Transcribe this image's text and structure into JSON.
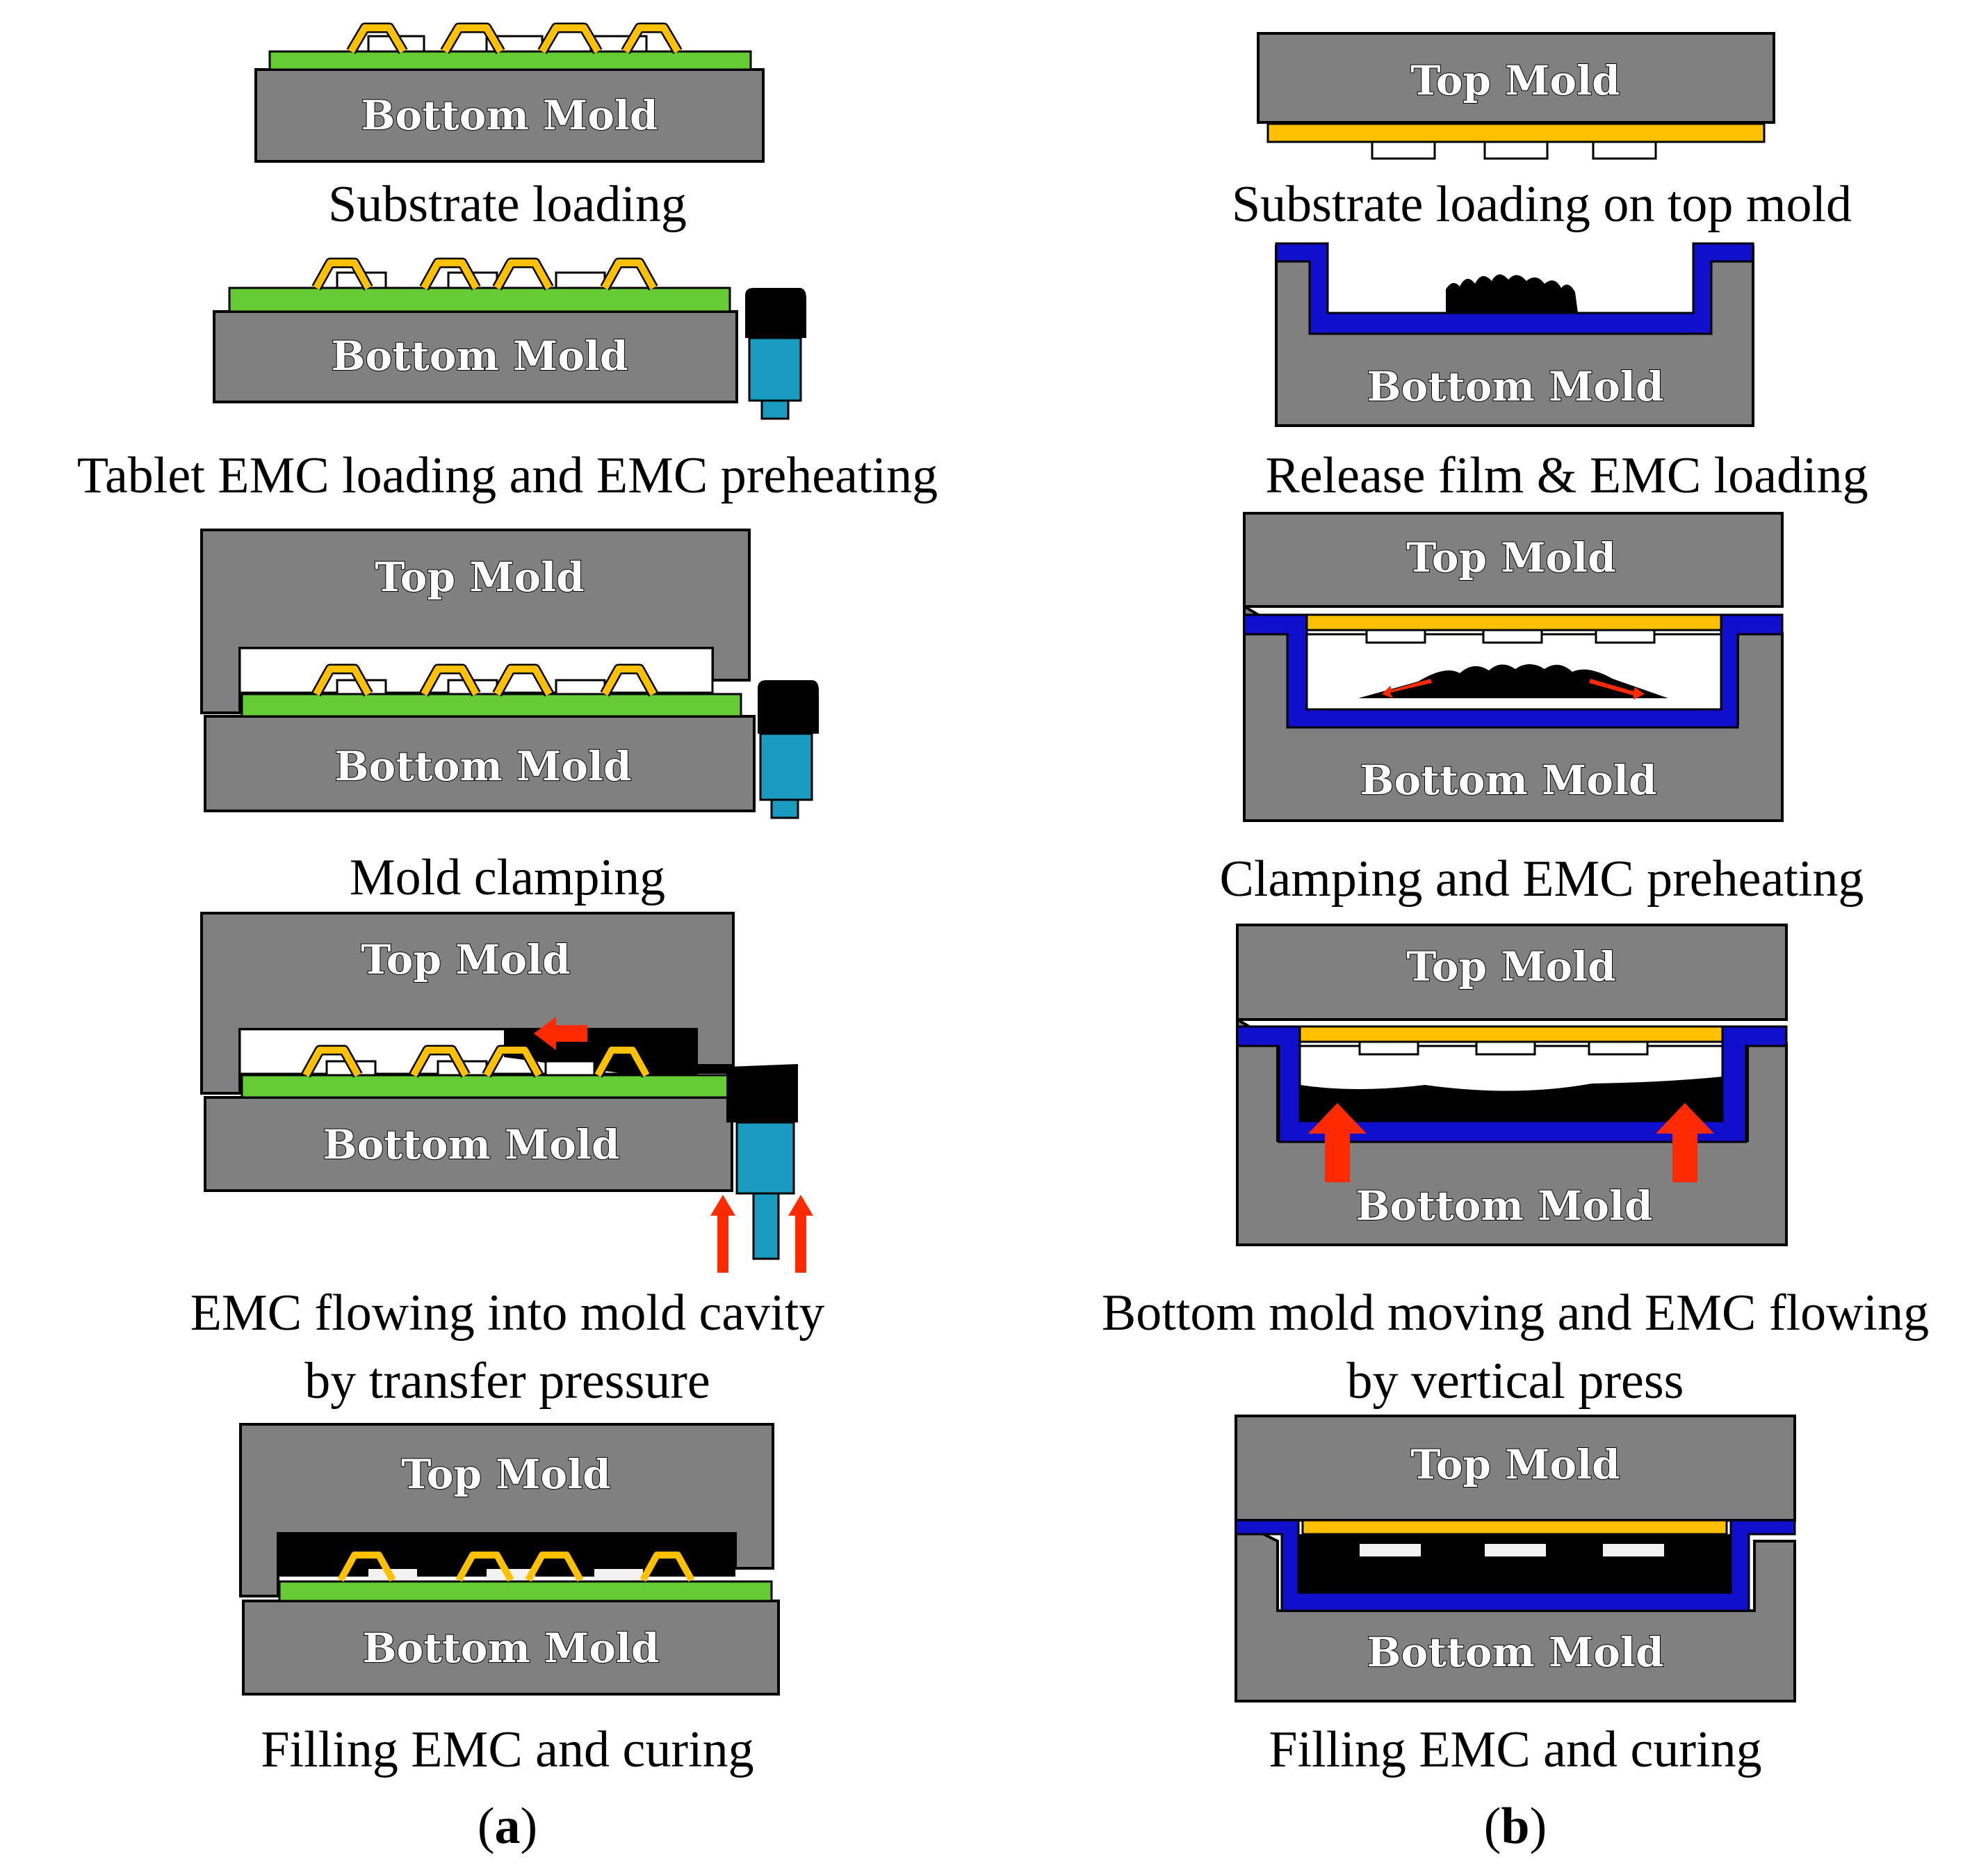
{
  "labels": {
    "top_mold": "Top Mold",
    "bottom_mold": "Bottom Mold"
  },
  "panel_a": {
    "marker_open": "(",
    "marker_letter": "a",
    "marker_close": ")",
    "steps": [
      {
        "caption": "Substrate loading"
      },
      {
        "caption": "Tablet EMC loading and EMC preheating"
      },
      {
        "caption": "Mold clamping"
      },
      {
        "caption_line1": "EMC flowing into mold cavity",
        "caption_line2": "by transfer pressure"
      },
      {
        "caption": "Filling EMC and curing"
      }
    ]
  },
  "panel_b": {
    "marker_open": "(",
    "marker_letter": "b",
    "marker_close": ")",
    "steps": [
      {
        "caption": "Substrate loading on top mold"
      },
      {
        "caption": "Release film & EMC loading"
      },
      {
        "caption": "Clamping and EMC preheating"
      },
      {
        "caption_line1": "Bottom mold moving and EMC flowing",
        "caption_line2": "by vertical press"
      },
      {
        "caption": "Filling EMC and curing"
      }
    ]
  },
  "colors": {
    "mold": "#808080",
    "substrate": "#66cc33",
    "wire_and_top_substrate": "#ffc000",
    "release_film": "#1010cc",
    "plunger": "#1a9cc0",
    "pressure_arrow": "#ff2a00",
    "emc": "#000000"
  }
}
